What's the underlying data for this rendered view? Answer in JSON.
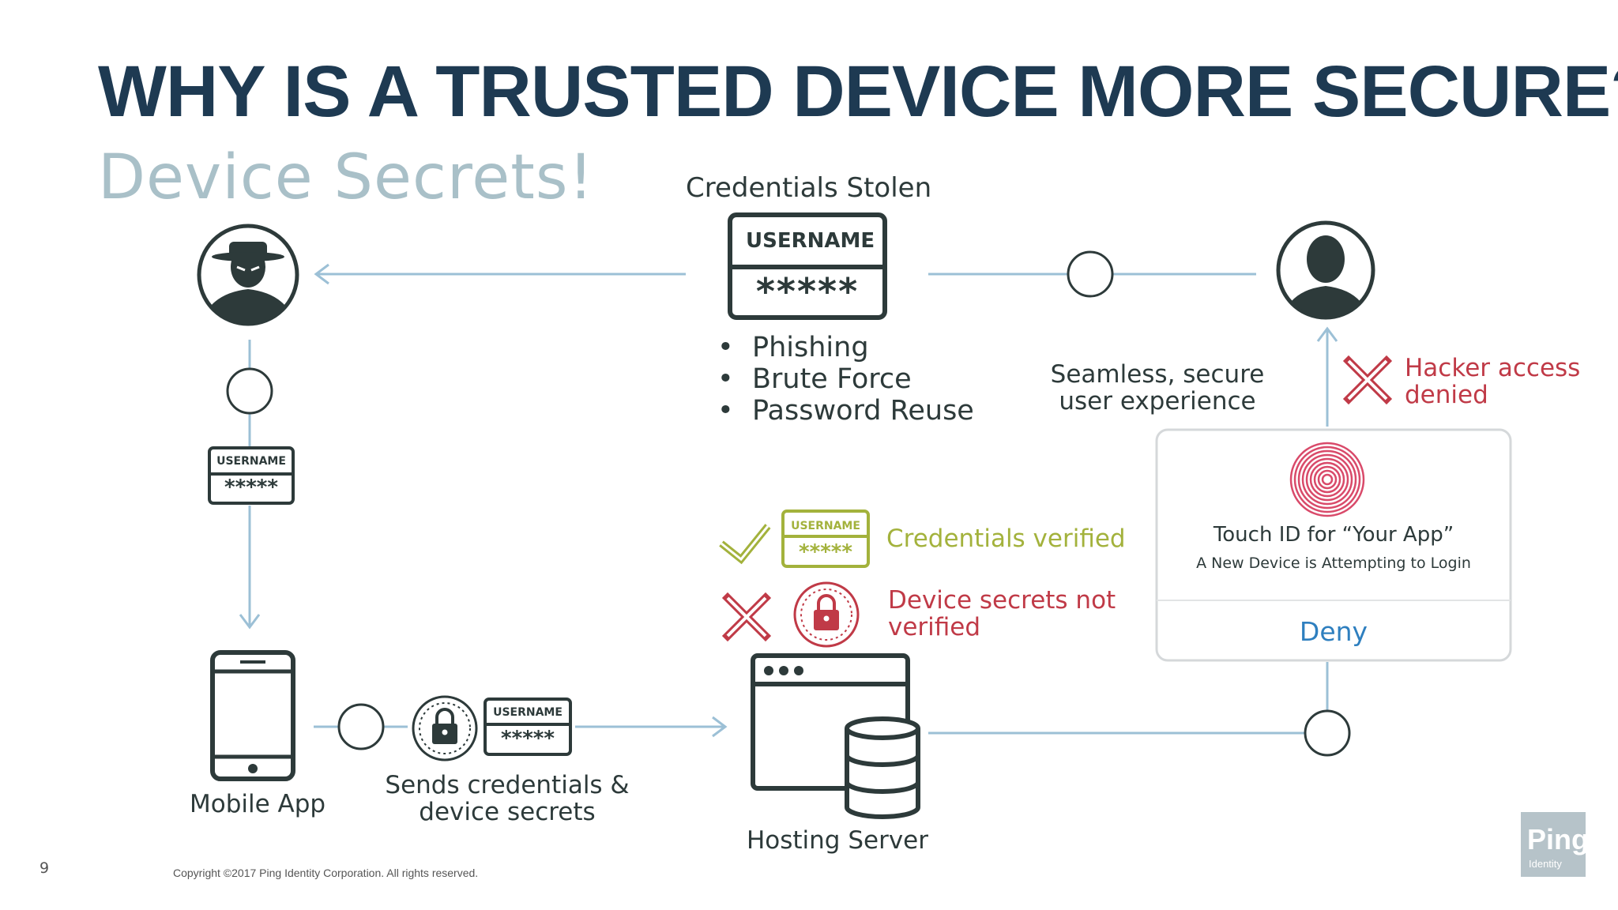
{
  "slide": {
    "title": "WHY IS A TRUSTED DEVICE MORE SECURE?",
    "subtitle": "Device Secrets!",
    "page_number": "9",
    "copyright": "Copyright ©2017 Ping Identity Corporation. All rights reserved."
  },
  "top": {
    "credentials_stolen": "Credentials Stolen",
    "card_username": "USERNAME",
    "card_password": "*****",
    "bullets": [
      "Phishing",
      "Brute Force",
      "Password Reuse"
    ],
    "seamless_line1": "Seamless, secure",
    "seamless_line2": "user experience",
    "hacker_denied_line1": "Hacker access",
    "hacker_denied_line2": "denied"
  },
  "left": {
    "card_username": "USERNAME",
    "card_password": "*****",
    "mobile_app": "Mobile App",
    "sends_line1": "Sends credentials &",
    "sends_line2": "device secrets",
    "send_card_username": "USERNAME",
    "send_card_password": "*****"
  },
  "middle": {
    "verified_card_username": "USERNAME",
    "verified_card_password": "*****",
    "credentials_verified": "Credentials verified",
    "secrets_line1": "Device secrets not",
    "secrets_line2": "verified",
    "hosting_server": "Hosting Server"
  },
  "dialog": {
    "title": "Touch ID for “Your App”",
    "subtitle": "A New Device is Attempting to Login",
    "deny": "Deny"
  },
  "logo": {
    "word": "Ping",
    "sub": "Identity"
  },
  "colors": {
    "title": "#1e3a52",
    "subtitle": "#a9c0c8",
    "connector": "#9cc0d6",
    "dark": "#2d3a3a",
    "green": "#a3b23c",
    "red": "#c03a47",
    "blue": "#2e7fbf"
  }
}
